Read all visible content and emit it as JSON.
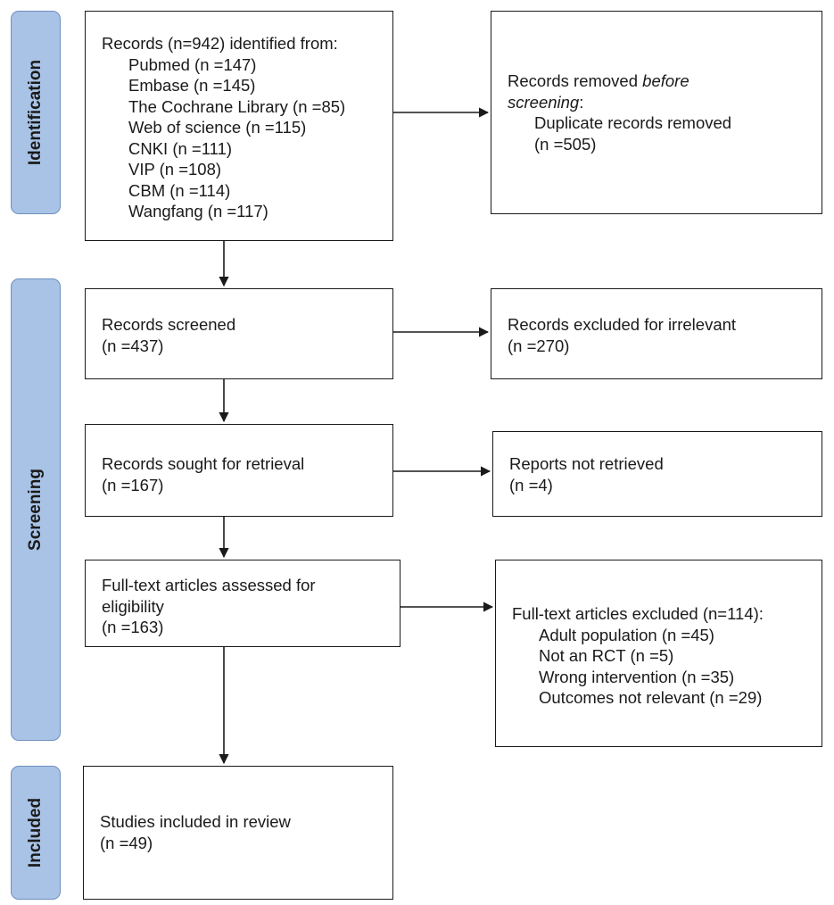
{
  "phases": {
    "identification": "Identification",
    "screening": "Screening",
    "included": "Included"
  },
  "identification": {
    "records_header": "Records (n=942) identified from:",
    "sources": [
      "Pubmed (n =147)",
      "Embase (n =145)",
      "The Cochrane Library (n =85)",
      "Web of science (n =115)",
      "CNKI (n =111)",
      "VIP (n =108)",
      "CBM (n =114)",
      "Wangfang (n =117)"
    ],
    "removed": {
      "line1": "Records removed ",
      "line1_em": "before",
      "line2_em": "screening",
      "line2_tail": ":",
      "item": "Duplicate records removed",
      "count": "(n =505)"
    }
  },
  "screening": {
    "screened": {
      "label": "Records screened",
      "count": "(n =437)"
    },
    "excluded": {
      "label": "Records excluded for irrelevant",
      "count": "(n =270)"
    },
    "sought": {
      "label": "Records sought for retrieval",
      "count": "(n =167)"
    },
    "not_retrieved": {
      "label": "Reports not retrieved",
      "count": "(n =4)"
    },
    "assessed": {
      "label1": "Full-text articles assessed for",
      "label2": "eligibility",
      "count": "(n =163)"
    },
    "fulltext_excluded": {
      "header": "Full-text articles excluded (n=114):",
      "reasons": [
        "Adult population (n =45)",
        "Not an RCT (n =5)",
        "Wrong intervention (n =35)",
        "Outcomes not relevant (n =29)"
      ]
    }
  },
  "included": {
    "label": "Studies included in review",
    "count": "(n =49)"
  }
}
